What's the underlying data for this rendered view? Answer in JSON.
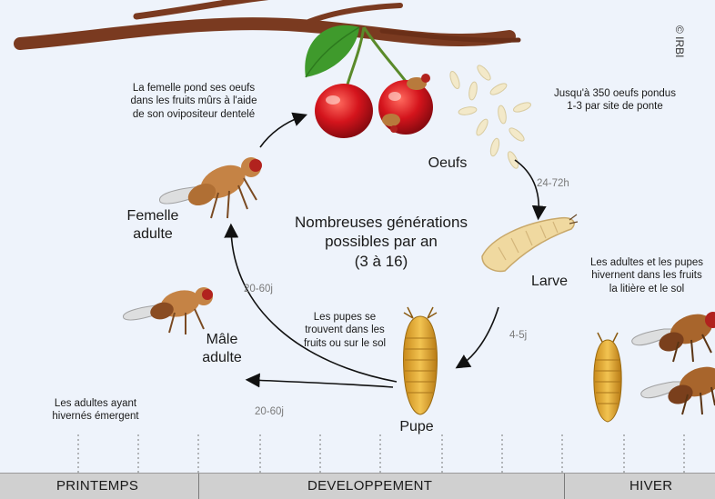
{
  "credit": "© IRBI",
  "center_text": {
    "line1": "Nombreuses générations",
    "line2": "possibles par an",
    "line3": "(3 à 16)"
  },
  "stages": {
    "oeufs": "Oeufs",
    "larve": "Larve",
    "pupe": "Pupe",
    "femelle_line1": "Femelle",
    "femelle_line2": "adulte",
    "male_line1": "Mâle",
    "male_line2": "adulte"
  },
  "notes": {
    "femelle_ponte": [
      "La femelle pond ses oeufs",
      "dans les fruits mûrs à l'aide",
      "de son ovipositeur dentelé"
    ],
    "oeufs_count": [
      "Jusqu'à 350 oeufs pondus",
      "1-3 par site de ponte"
    ],
    "pupes": [
      "Les pupes se",
      "trouvent dans les",
      "fruits ou sur le sol"
    ],
    "hiver": [
      "Les adultes et les pupes",
      "hivernent dans les fruits",
      "la litière et le sol"
    ],
    "emergent": [
      "Les adultes ayant",
      "hivernés émergent"
    ]
  },
  "durations": {
    "oeufs_larve": "24-72h",
    "larve_pupe": "4-5j",
    "pupe_femelle": "20-60j",
    "pupe_male": "20-60j"
  },
  "seasons": [
    "PRINTEMPS",
    "DEVELOPPEMENT",
    "HIVER"
  ],
  "colors": {
    "background": "#eef3fb",
    "branch": "#7a3a20",
    "cherry": "#d4141c",
    "leaf": "#3f9a2c",
    "egg": "#f3e9c9",
    "larva": "#f0d9a0",
    "pupa": "#e3a82c",
    "fly_body": "#c58345",
    "fly_eye": "#b1221e",
    "season_bar": "#d0d0d0"
  }
}
